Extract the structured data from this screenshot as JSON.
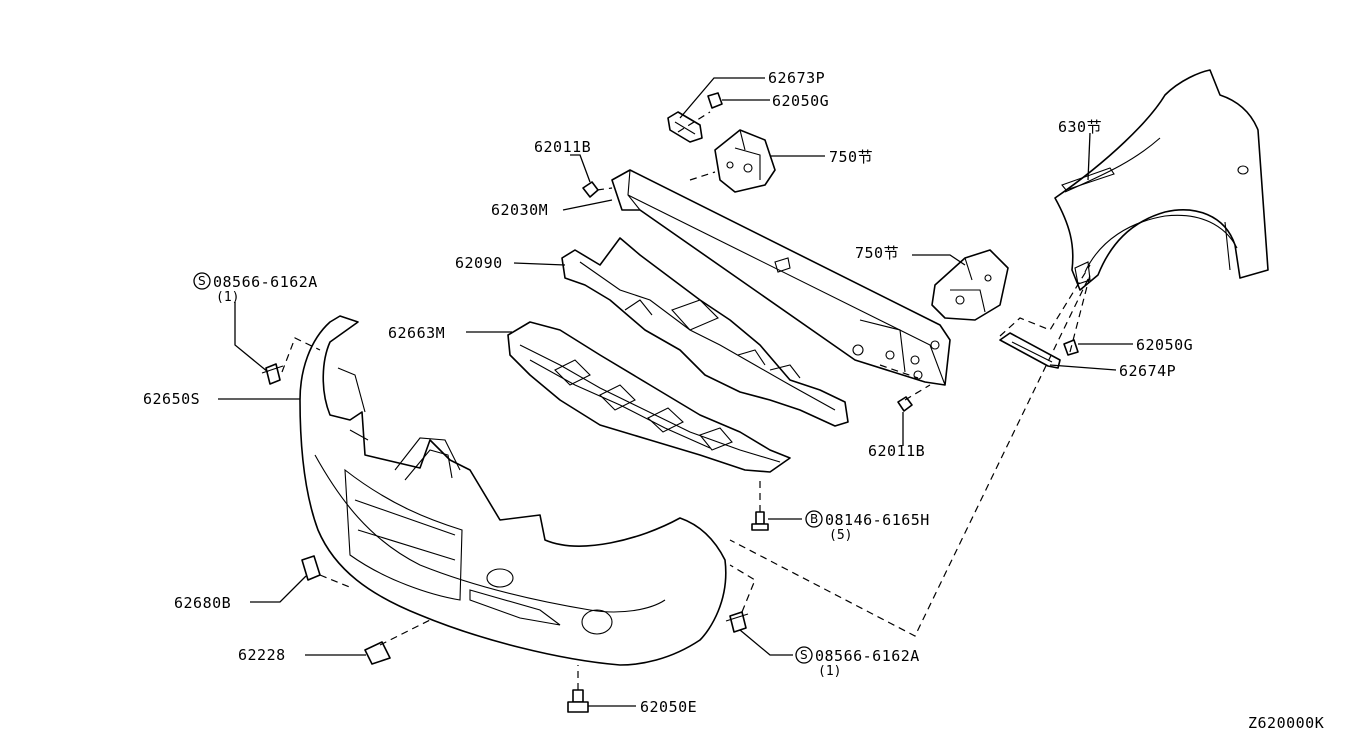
{
  "diagram_code": "Z620000K",
  "labels": {
    "p62673P": "62673P",
    "p62050G_top": "62050G",
    "p630": "630节",
    "p62011B_top": "62011B",
    "p750_top": "750节",
    "p62030M": "62030M",
    "p62090": "62090",
    "p750_right": "750节",
    "p08566_top": "08566-6162A",
    "p08566_top_badge": "S",
    "p08566_top_qty": "(1)",
    "p62663M": "62663M",
    "p62050G_right": "62050G",
    "p62674P": "62674P",
    "p62650S": "62650S",
    "p62011B_bottom": "62011B",
    "p08146": "08146-6165H",
    "p08146_badge": "B",
    "p08146_qty": "(5)",
    "p62680B": "62680B",
    "p62228": "62228",
    "p08566_bottom": "08566-6162A",
    "p08566_bottom_badge": "S",
    "p08566_bottom_qty": "(1)",
    "p62050E": "62050E"
  }
}
